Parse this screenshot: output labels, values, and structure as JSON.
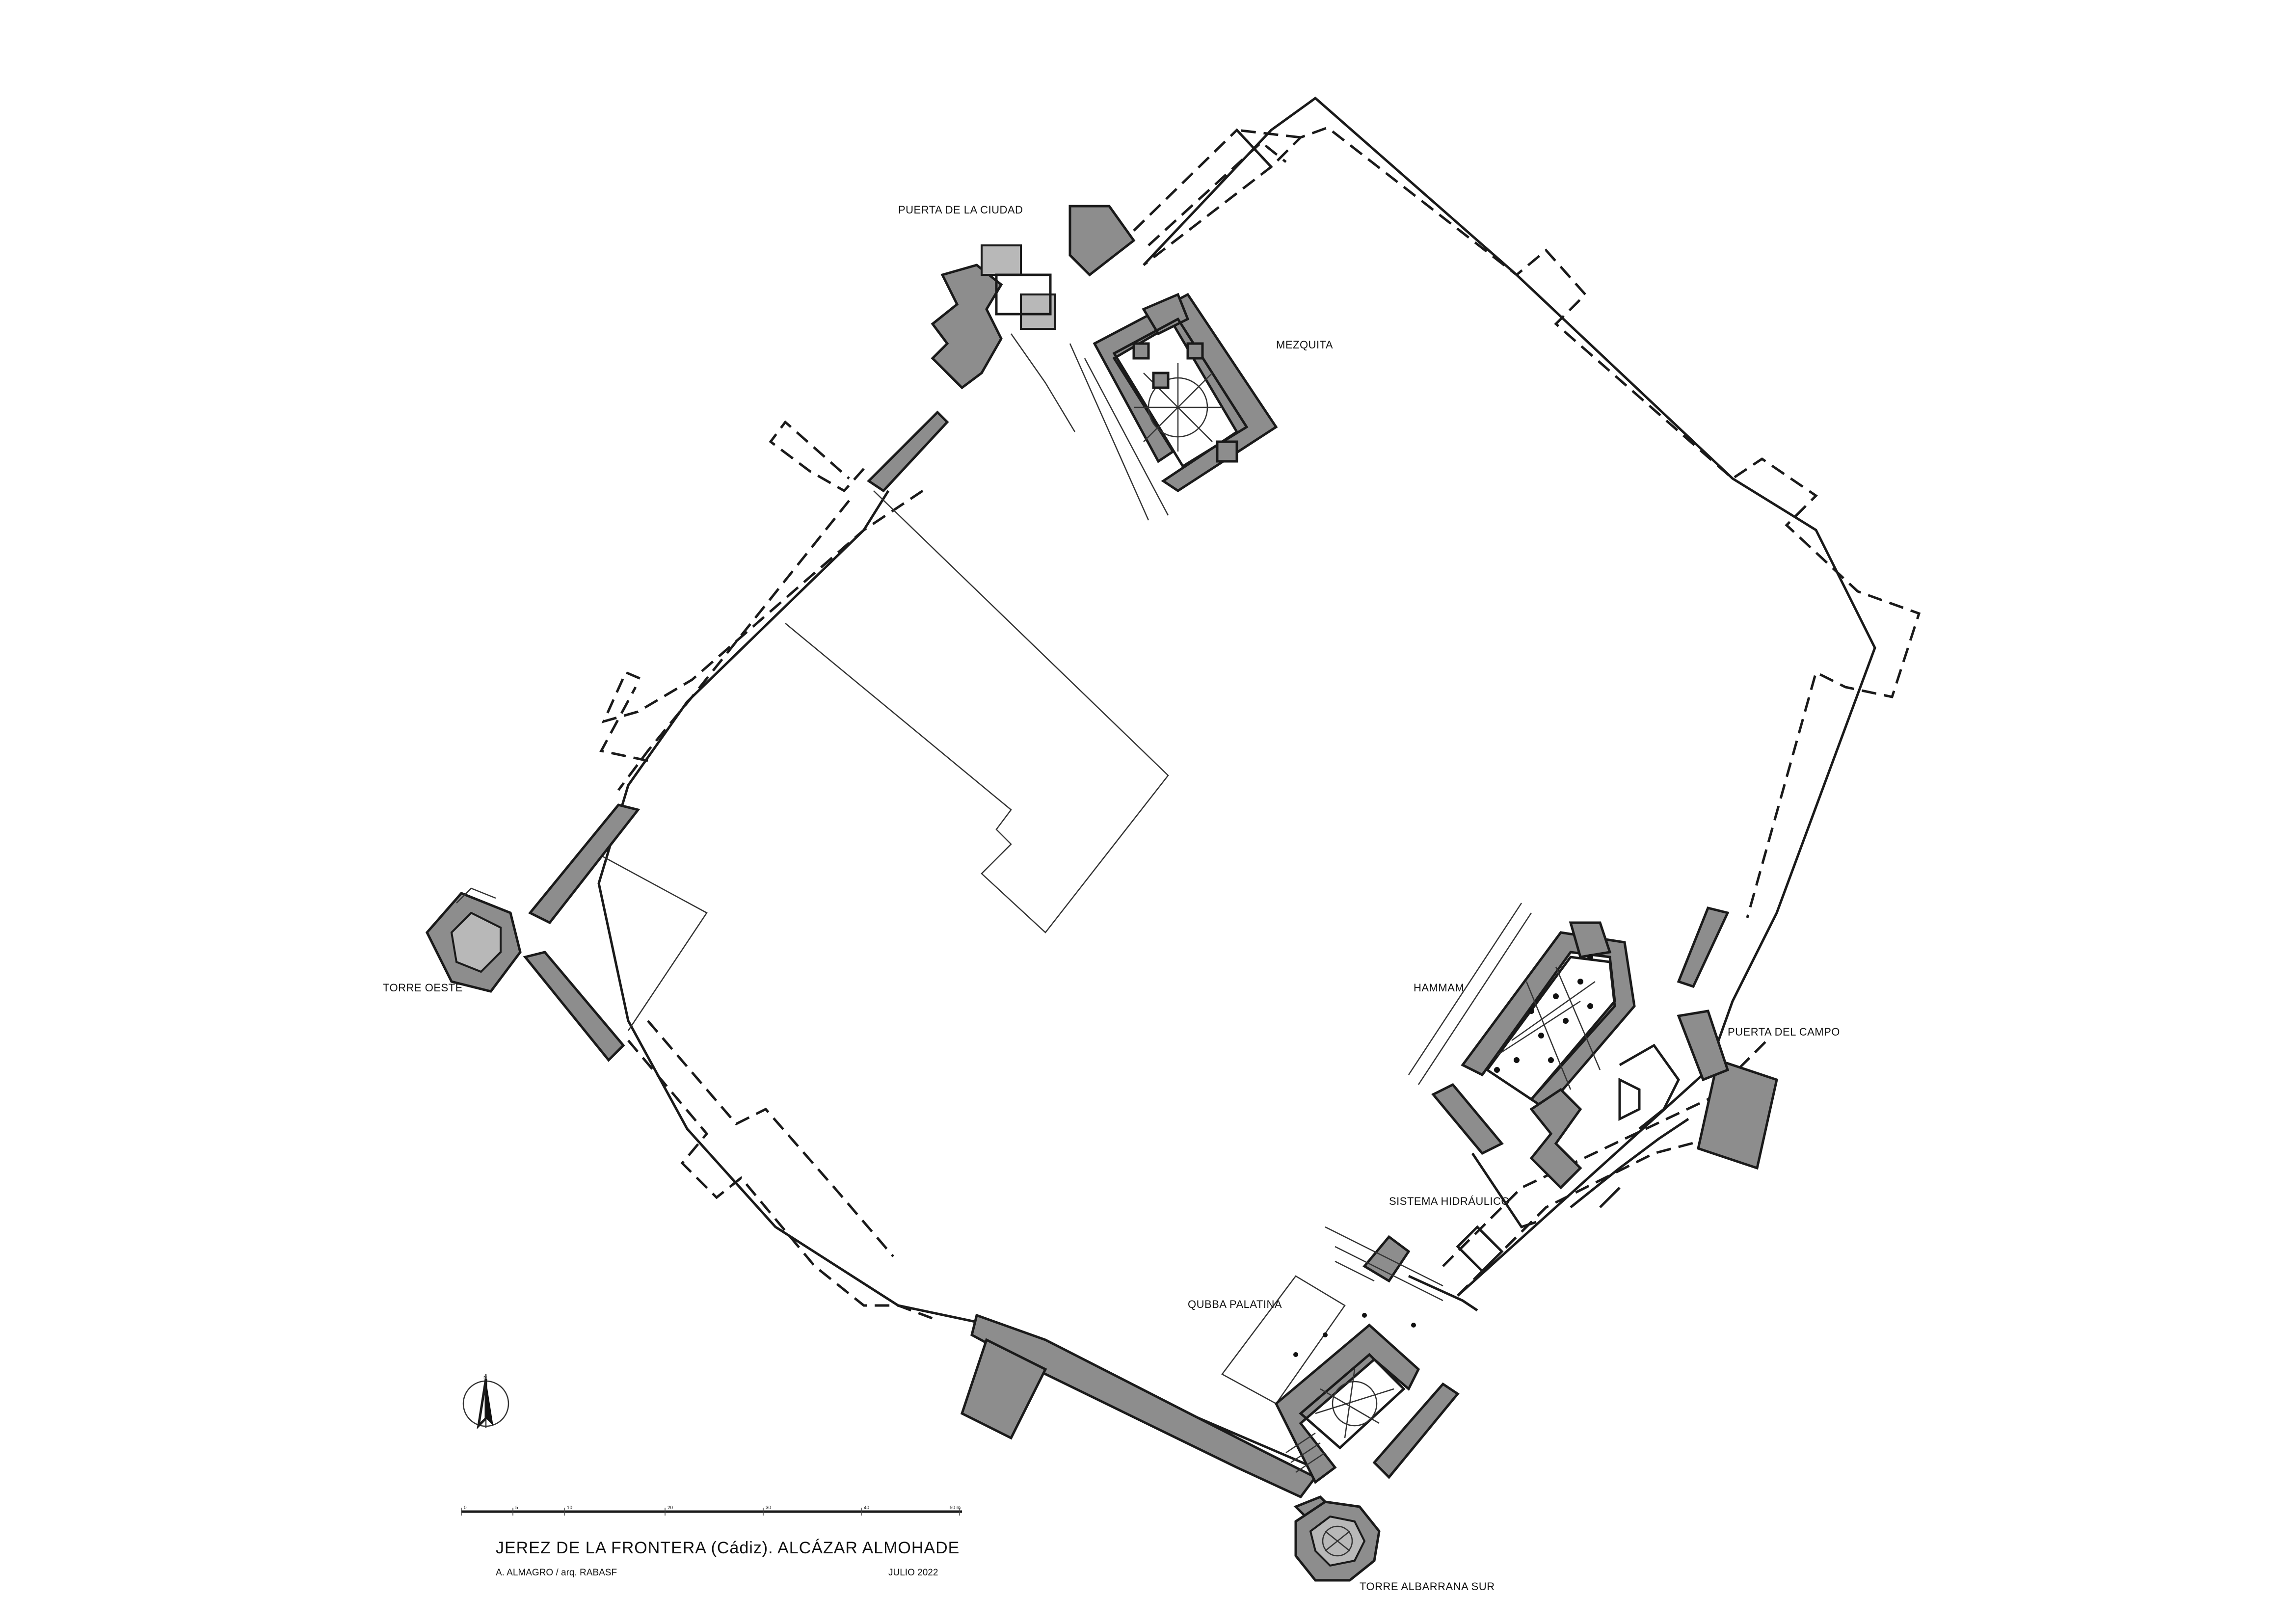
{
  "plan": {
    "title": "JEREZ DE LA FRONTERA (Cádiz). ALCÁZAR ALMOHADE",
    "author": "A. ALMAGRO / arq. RABASF",
    "date": "JULIO 2022",
    "north_label": "N",
    "labels": {
      "puerta_ciudad": "PUERTA DE LA CIUDAD",
      "mezquita": "MEZQUITA",
      "torre_oeste": "TORRE OESTE",
      "hammam": "HAMMAM",
      "puerta_campo": "PUERTA DEL CAMPO",
      "sistema_hidraulico": "SISTEMA HIDRÁULICO",
      "qubba_palatina": "QUBBA PALATINA",
      "torre_albarrana": "TORRE ALBARRANA SUR"
    },
    "scale_ticks": [
      "0",
      "5",
      "10",
      "20",
      "30",
      "40",
      "50 m"
    ]
  },
  "colors": {
    "ink": "#1a1a1a",
    "wall_fill": "#8d8d8d",
    "background": "#ffffff"
  }
}
